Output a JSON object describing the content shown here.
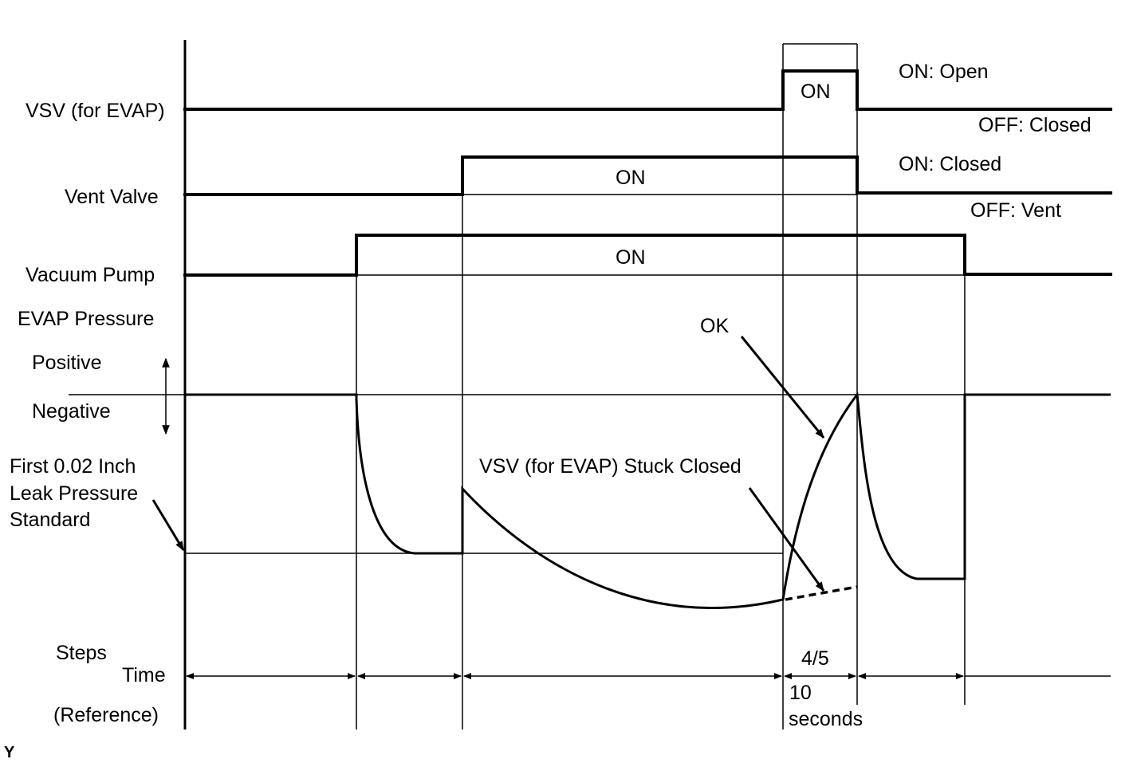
{
  "signals": {
    "vsv": {
      "label": "VSV (for EVAP)",
      "on_text": "ON",
      "on_state": "ON: Open",
      "off_state": "OFF: Closed"
    },
    "vent": {
      "label": "Vent Valve",
      "on_text": "ON",
      "on_state": "ON: Closed",
      "off_state": "OFF: Vent"
    },
    "pump": {
      "label": "Vacuum Pump",
      "on_text": "ON"
    }
  },
  "pressure": {
    "title": "EVAP Pressure",
    "positive": "Positive",
    "negative": "Negative",
    "standard_line1": "First 0.02 Inch",
    "standard_line2": "Leak Pressure",
    "standard_line3": "Standard",
    "ok_label": "OK",
    "stuck_label": "VSV (for EVAP) Stuck Closed"
  },
  "timeline": {
    "steps": "Steps",
    "time": "Time",
    "reference": "(Reference)",
    "step_label": "4/5",
    "duration_1": "10",
    "duration_2": "seconds"
  },
  "corner_mark": "Y"
}
